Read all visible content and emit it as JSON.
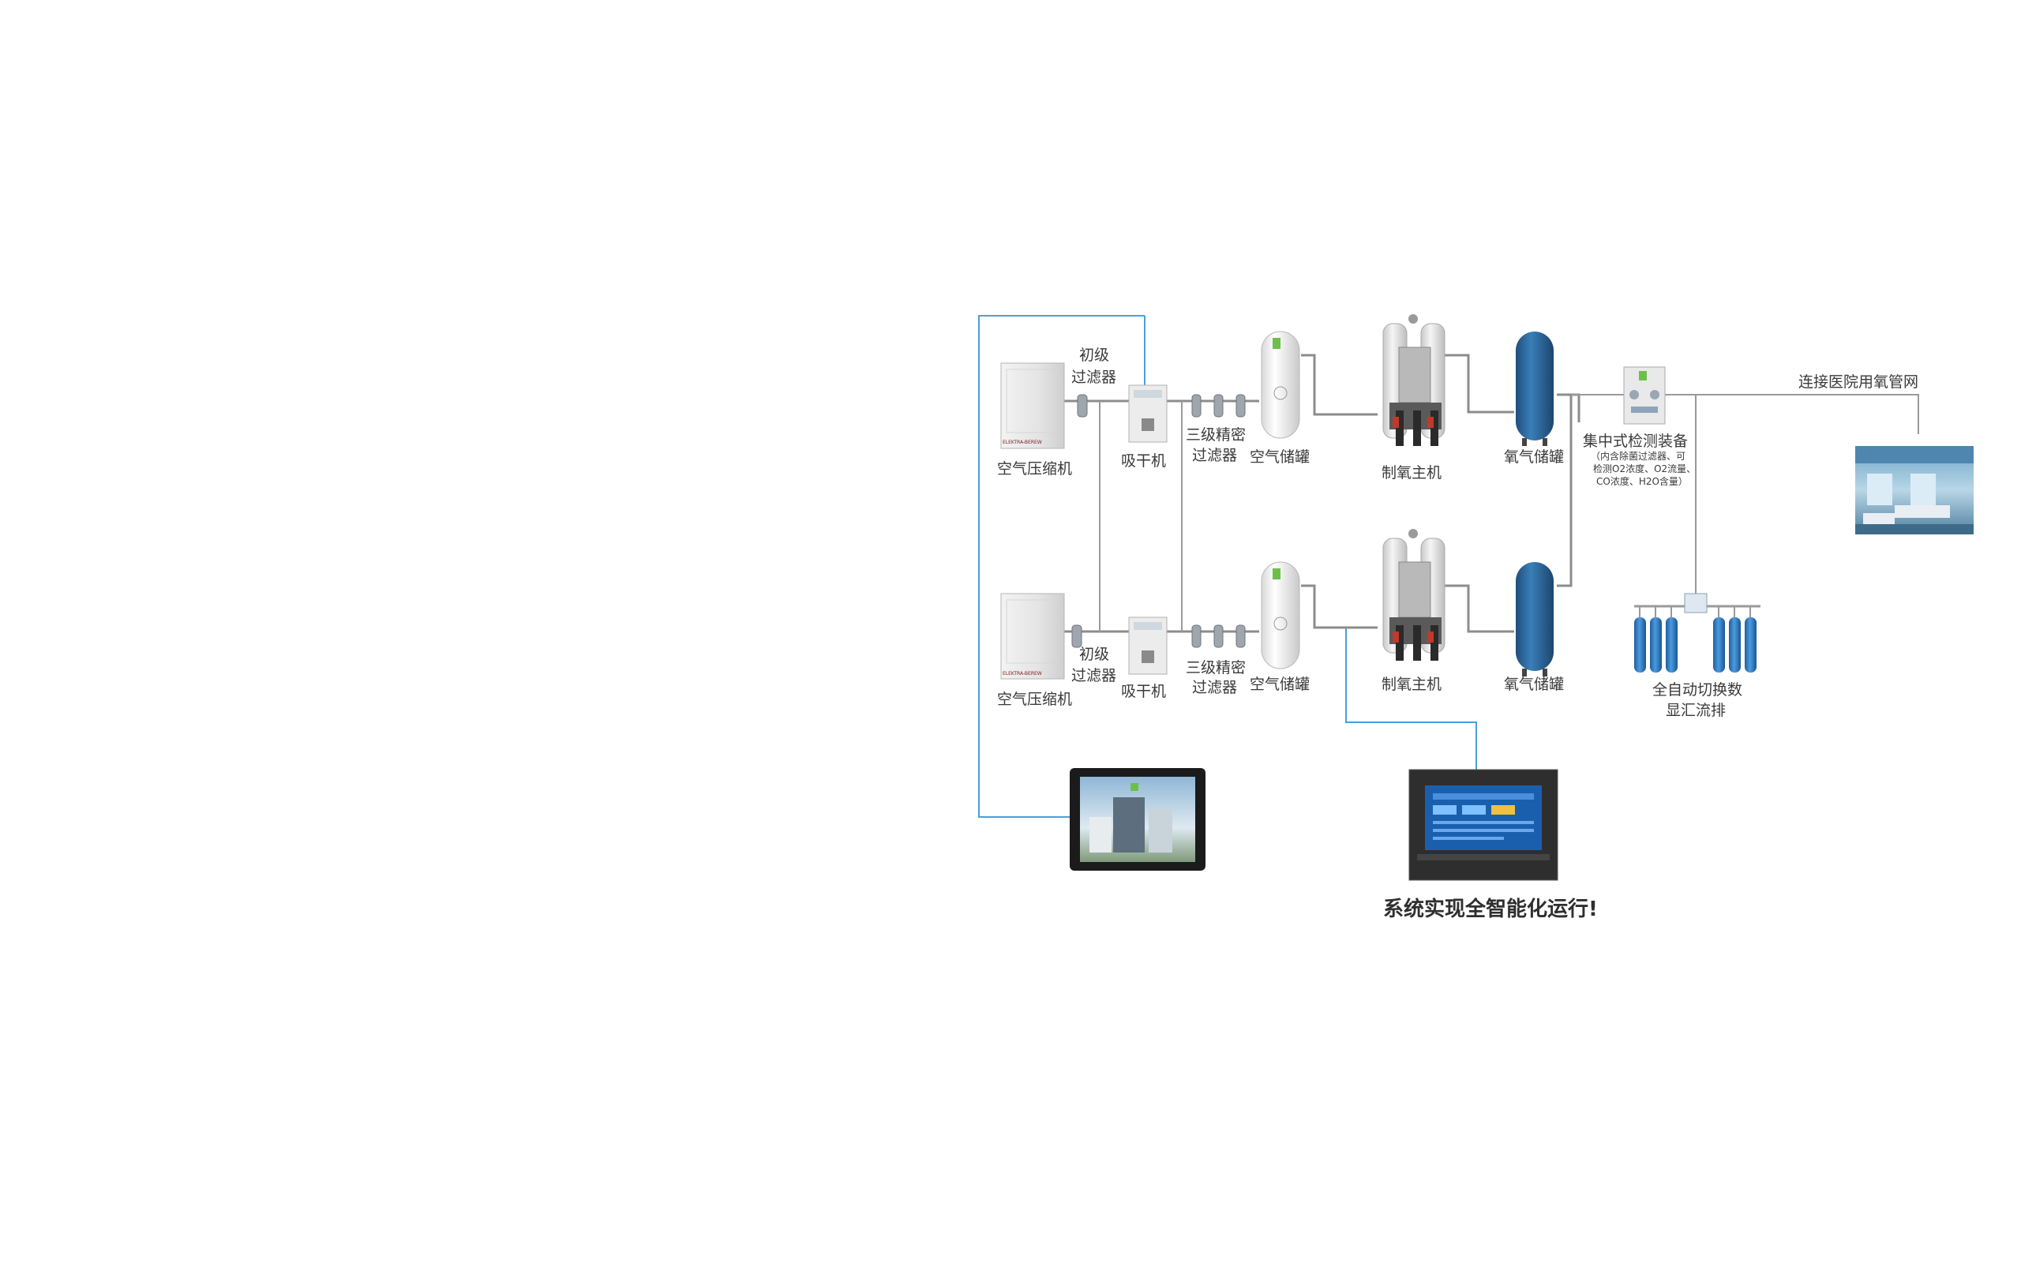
{
  "diagram": {
    "labels": {
      "compressor": "空气压缩机",
      "primary_filter_l1": "初级",
      "primary_filter_l2": "过滤器",
      "dryer": "吸干机",
      "precision_filter_l1": "三级精密",
      "precision_filter_l2": "过滤器",
      "air_tank": "空气储罐",
      "oxygen_generator": "制氧主机",
      "oxygen_tank": "氧气储罐",
      "monitor_title": "集中式检测装备",
      "monitor_desc_1": "（内含除菌过滤器、可",
      "monitor_desc_2": "检测O2浓度、O2流量、",
      "monitor_desc_3": "CO浓度、H2O含量）",
      "hospital_network": "连接医院用氧管网",
      "manifold_l1": "全自动切换数",
      "manifold_l2": "显汇流排",
      "slogan": "系统实现全智能化运行!"
    },
    "compressor_brand": "ELEKTRA-BEREW",
    "colors": {
      "signal_line": "#4a9fdb",
      "pipe": "#8c8c8c",
      "oxygen_tank": "#2f6fa3",
      "cylinder": "#2f7fc6",
      "panel_blue": "#1a5fae"
    }
  }
}
